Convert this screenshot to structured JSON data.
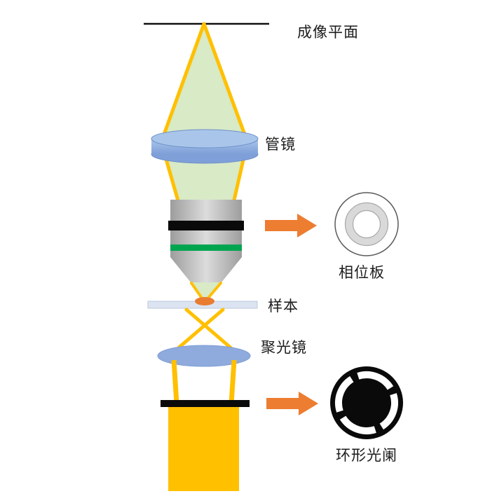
{
  "diagram": {
    "labels": {
      "imaging_plane": "成像平面",
      "tube_lens": "管镜",
      "phase_plate": "相位板",
      "sample": "样本",
      "condenser": "聚光镜",
      "annular_diaphragm": "环形光阑"
    },
    "colors": {
      "beam": "#FFC000",
      "cone_fill": "#D8EAC6",
      "lens_blue": "#8FAADC",
      "lens_blue_light": "#A9C6EA",
      "lens_blue_dark": "#7E9FD8",
      "objective_gray": "#BEBEBE",
      "band_green": "#00A550",
      "band_black": "#0A0A0A",
      "slide": "#DCE4F2",
      "specimen_orange": "#E97C30",
      "arrow_orange": "#ED7D31",
      "annulus_black": "#0A0A0A",
      "ring_gray": "#D9D9D9"
    }
  }
}
